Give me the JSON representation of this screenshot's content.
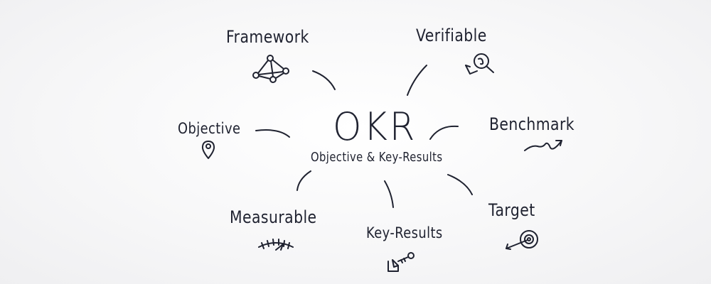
{
  "center": {
    "title": "OKR",
    "subtitle": "Objective & Key-Results"
  },
  "nodes": [
    {
      "id": "framework",
      "label": "Framework",
      "icon": "network-icon"
    },
    {
      "id": "verifiable",
      "label": "Verifiable",
      "icon": "magnifier-check-icon"
    },
    {
      "id": "objective",
      "label": "Objective",
      "icon": "location-pin-icon"
    },
    {
      "id": "benchmark",
      "label": "Benchmark",
      "icon": "trend-arrow-icon"
    },
    {
      "id": "measurable",
      "label": "Measurable",
      "icon": "gauge-icon"
    },
    {
      "id": "key_results",
      "label": "Key-Results",
      "icon": "key-icon"
    },
    {
      "id": "target",
      "label": "Target",
      "icon": "target-icon"
    }
  ],
  "colors": {
    "ink": "#1f2230",
    "background": "#f6f6f7"
  }
}
